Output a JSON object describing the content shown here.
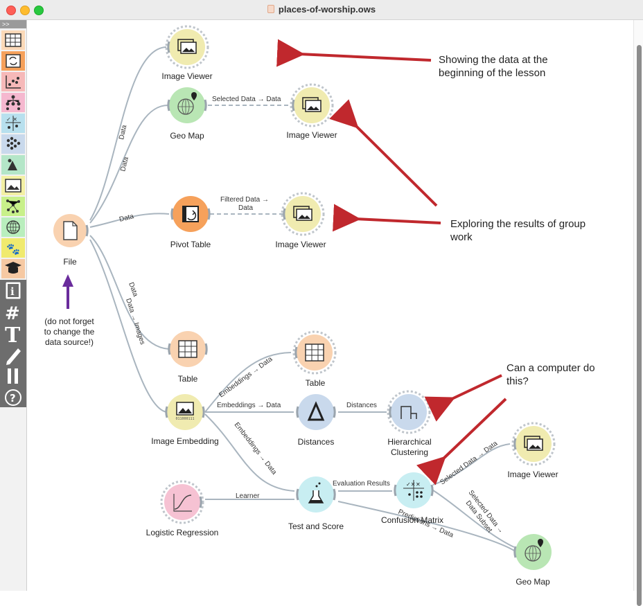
{
  "window": {
    "title": "places-of-worship.ows"
  },
  "toolbar": {
    "collapse": ">>",
    "items": [
      "data-table",
      "data-transform",
      "visualize",
      "model",
      "evaluate",
      "unsupervised",
      "education",
      "image-analytics",
      "networks",
      "geo",
      "bioinformatics",
      "educational",
      "info",
      "number",
      "text",
      "pen",
      "pause",
      "help"
    ]
  },
  "nodes": {
    "image_viewer_1": "Image Viewer",
    "geo_map_1": "Geo Map",
    "image_viewer_2": "Image Viewer",
    "file": "File",
    "pivot_table": "Pivot Table",
    "image_viewer_3": "Image Viewer",
    "table_1": "Table",
    "table_2": "Table",
    "image_embedding": "Image Embedding",
    "distances": "Distances",
    "hierarchical_clustering_l1": "Hierarchical",
    "hierarchical_clustering_l2": "Clustering",
    "image_viewer_4": "Image Viewer",
    "logistic_regression": "Logistic Regression",
    "test_and_score": "Test and Score",
    "confusion_matrix": "Confusion Matrix",
    "geo_map_2": "Geo Map"
  },
  "links": {
    "data_1": "Data",
    "data_2": "Data",
    "data_3": "Data",
    "data_4": "Data",
    "data_images": "Data → Images",
    "selected_data": "Selected Data → Data",
    "filtered_l1": "Filtered Data →",
    "filtered_l2": "Data",
    "emb_table": "Embeddings → Data",
    "emb_dist": "Embeddings → Data",
    "emb_test": "Embeddings → Data",
    "distances": "Distances",
    "learner": "Learner",
    "eval": "Evaluation Results",
    "sel_viewer": "Selected Data → Data",
    "sel_geo_l1": "Selected Data →",
    "sel_geo_l2": "Data Subset",
    "pred": "Predictions → Data"
  },
  "annotations": {
    "a1_l1": "Showing the data at the",
    "a1_l2": "beginning of the lesson",
    "a2_l1": "Exploring the results of group",
    "a2_l2": "work",
    "a3_l1": "Can a computer do",
    "a3_l2": "this?",
    "a4_l1": "(do not forget",
    "a4_l2": "to change the",
    "a4_l3": "data source!)"
  },
  "colors": {
    "arrow_red": "#c0282d",
    "arrow_purple": "#6a2c9c",
    "link": "#a9b5bf"
  }
}
